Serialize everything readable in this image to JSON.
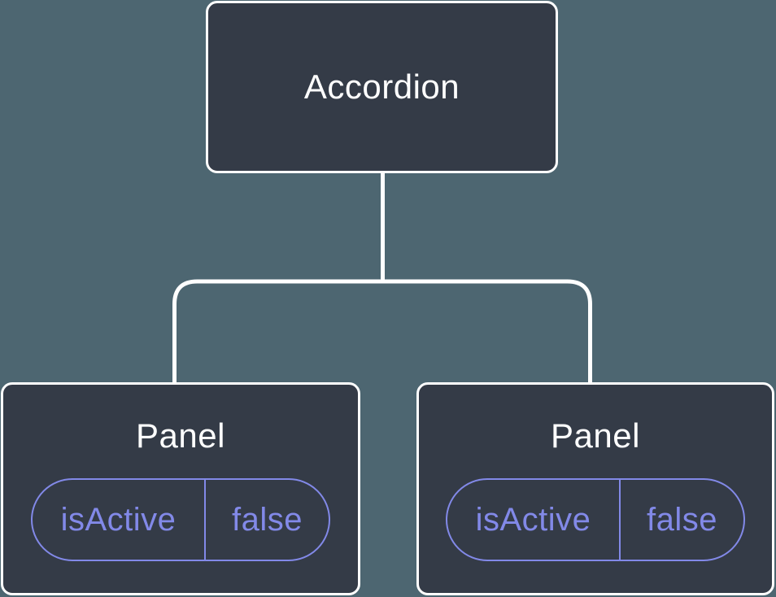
{
  "theme": {
    "canvas_bg": "#4D6671",
    "node_bg": "#343B47",
    "node_border": "#FFFFFF",
    "node_text": "#FFFFFF",
    "state_accent": "#8289E8",
    "connector": "#FFFFFF"
  },
  "tree": {
    "root": {
      "label": "Accordion"
    },
    "children": [
      {
        "label": "Panel",
        "state": {
          "name": "isActive",
          "value": "false"
        }
      },
      {
        "label": "Panel",
        "state": {
          "name": "isActive",
          "value": "false"
        }
      }
    ]
  }
}
